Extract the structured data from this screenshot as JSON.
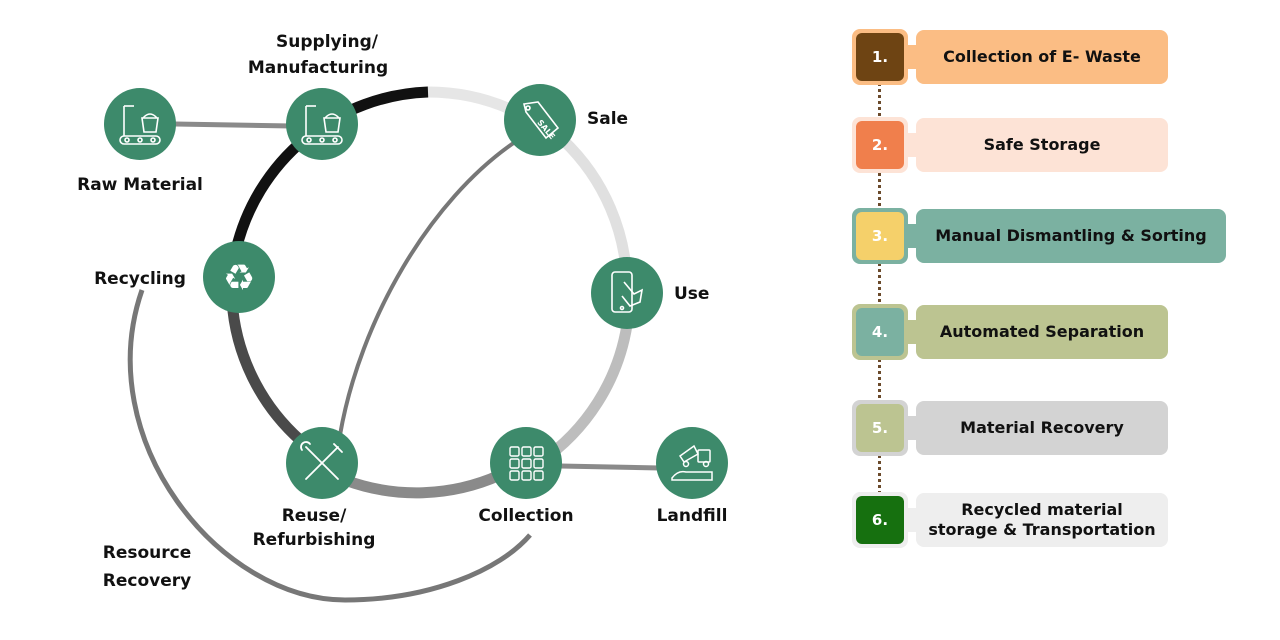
{
  "cycle": {
    "nodes": [
      {
        "id": "raw-material",
        "label_lines": [
          "Raw Material"
        ],
        "icon": "conveyor-factory-icon"
      },
      {
        "id": "manufacturing",
        "label_lines": [
          "Supplying/",
          "Manufacturing"
        ],
        "icon": "conveyor-factory-icon"
      },
      {
        "id": "sale",
        "label_lines": [
          "Sale"
        ],
        "icon": "sale-tag-icon"
      },
      {
        "id": "use",
        "label_lines": [
          "Use"
        ],
        "icon": "smartphone-touch-icon"
      },
      {
        "id": "collection",
        "label_lines": [
          "Collection"
        ],
        "icon": "grid-boxes-icon"
      },
      {
        "id": "landfill",
        "label_lines": [
          "Landfill"
        ],
        "icon": "dump-truck-icon"
      },
      {
        "id": "reuse",
        "label_lines": [
          "Reuse/",
          "Refurbishing"
        ],
        "icon": "wrench-screwdriver-icon"
      },
      {
        "id": "recycling",
        "label_lines": [
          "Recycling"
        ],
        "icon": "recycle-icon"
      }
    ],
    "resource_recovery_label": [
      "Resource",
      "Recovery"
    ],
    "node_color": "#3d8a6b"
  },
  "steps": [
    {
      "number": "1.",
      "label": "Collection of E- Waste",
      "badge_color": "#6e4413",
      "frame_color": "#fbbd84",
      "pill_color": "#fbbd84"
    },
    {
      "number": "2.",
      "label": "Safe Storage",
      "badge_color": "#f07f4c",
      "frame_color": "#fde3d6",
      "pill_color": "#fde3d6"
    },
    {
      "number": "3.",
      "label": "Manual Dismantling & Sorting",
      "badge_color": "#f5d06a",
      "frame_color": "#7bb1a1",
      "pill_color": "#7bb1a1"
    },
    {
      "number": "4.",
      "label": "Automated Separation",
      "badge_color": "#7bb1a1",
      "frame_color": "#bcc491",
      "pill_color": "#bcc491"
    },
    {
      "number": "5.",
      "label": "Material Recovery",
      "badge_color": "#bcc491",
      "frame_color": "#d3d3d3",
      "pill_color": "#d3d3d3"
    },
    {
      "number": "6.",
      "label": "Recycled material storage & Transportation",
      "badge_color": "#16700f",
      "frame_color": "#eeeeee",
      "pill_color": "#eeeeee"
    }
  ]
}
